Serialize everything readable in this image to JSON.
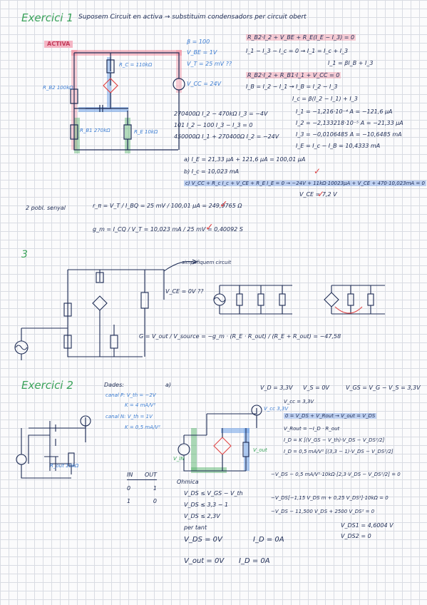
{
  "ex1": {
    "title": "Exercici 1",
    "subtitle": "Suposem Circuit en activa → substituim condensadors per circuit obert",
    "activa": "ACTIVA",
    "beta": "β = 100",
    "vbe": "V_BE = 1V",
    "vt": "V_T = 25 mV ??",
    "vcc": "V_CC = 24V",
    "rc": "R_C = 110kΩ",
    "rb2": "R_B2 100kΩ",
    "rb1": "R_B1 270kΩ",
    "re": "R_E 10kΩ",
    "eq1": "R_B2·I_2 + V_BE + R_E(I_E − I_3) = 0",
    "eq2": "I_1 − I_3 − I_c = 0 → I_1 = I_c + I_3",
    "eq3": "I_1 = βI_B + I_3",
    "eq4": "R_B2·I_2 + R_B1·I_1 + V_CC = 0",
    "eq5": "I_B = I_2 − I_1 → I_B = I_2 − I_3",
    "eq6": "I_c = β(I_2 − I_1) + I_3",
    "sys1": "270400Ω I_2 − 470kΩ I_3 = −4V",
    "sys2": "101 I_2 − 100 I_3 − I_3 = 0",
    "sys3": "450000Ω I_1 + 270400Ω I_2 = −24V",
    "sol1": "I_1 = −1,216·10⁻⁴ A = −121,6 µA",
    "sol2": "I_2 = −2,133218·10⁻⁵ A = −21,33 µA",
    "sol3": "I_3 = −0,0106485 A = −10,6485 mA",
    "sol4": "I_E = I_c − I_B = 10,4333 mA",
    "ansA": "a) I_E = 21,33 µA + 121,6 µA = 100,01 µA",
    "ansB": "b) I_c = 10,023 mA",
    "ansC": "c) V_CC + R_c I_c + V_CE + R_E I_E = 0 → −24V + 11kΩ·10023µA + V_CE + 470·10,023mA = 0",
    "vce": "V_CE = 7,2 V",
    "q2label": "2  pobl. senyal",
    "rpi": "r_π = V_T / I_BQ = 25 mV / 100,01 µA = 249,9765 Ω",
    "gm": "g_m = I_CQ / V_T = 10,023 mA / 25 mV = 0,40092 S",
    "q3label": "3",
    "simplified": "simplifiquem circuit",
    "vce0": "V_CE = 0V ??",
    "gain": "G = V_out / V_source = −g_m · (R_E · R_out) / (R_E + R_out) = −47,58"
  },
  "ex2": {
    "title": "Exercici 2",
    "dades": "Dades:",
    "canal_p": "canal P: V_th = −2V",
    "k": "K = 4 mA/V²",
    "canal_n": "canal N: V_th = 1V",
    "kn": "K = 0,5 mA/V²",
    "a": "a)",
    "vd": "V_D = 3,3V",
    "vs": "V_S = 0V",
    "vgs": "V_GS = V_G − V_S = 3,3V",
    "vcc": "V_cc 3,3V",
    "vcc2": "V_cc = 3,3V",
    "loop1": "0 = V_DS + V_Rout → V_out = V_DS",
    "loop2": "V_Rout = −I_D · R_out",
    "id1": "I_D = K [(V_GS − V_th)·V_DS − V_DS²/2]",
    "id2": "I_D = 0,5 mA/V² [(3,3 − 1)·V_DS − V_DS²/2]",
    "tbl_head": [
      "IN",
      "OUT"
    ],
    "tbl_rows": [
      [
        "0",
        "1"
      ],
      [
        "1",
        "0"
      ]
    ],
    "ohmica": "Ohmica",
    "c1": "V_DS ≤ V_GS − V_th",
    "c2": "V_DS ≤ 3,3 − 1",
    "c3": "V_DS ≤ 2,3V",
    "pertant": "per tant",
    "res1": "V_DS = 0V",
    "res2": "I_D = 0A",
    "res3": "V_out = 0V",
    "res4": "I_D = 0A",
    "eqA": "−V_DS − 0,5 mA/V²·10kΩ·[2,3·V_DS − V_DS²/2] = 0",
    "eqB": "−V_DS[−1,15 V_DS m + 0,25 V_DS²]·10kΩ = 0",
    "eqC": "−V_DS − 11,500 V_DS + 2500 V_DS² = 0",
    "r1": "V_DS1 = 4,6004 V",
    "r2": "V_DS2 = 0",
    "vin": "V_IN",
    "vout": "V_out",
    "rout": "R_out 10kΩ"
  },
  "colors": {
    "green": "#3aa25a",
    "red": "#e04646",
    "blue": "#3d7ed3",
    "ink": "#1d2b54",
    "pink": "#f08ca0"
  }
}
